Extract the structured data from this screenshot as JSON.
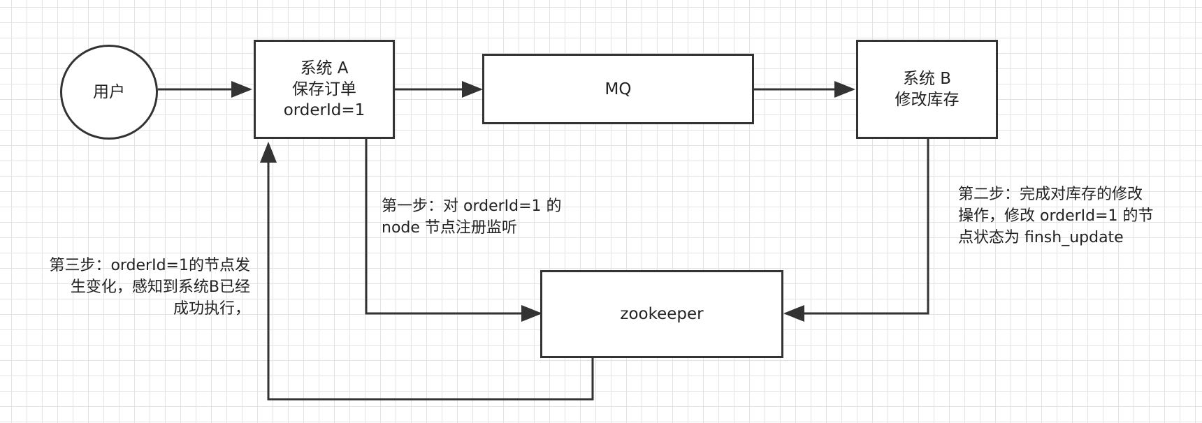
{
  "nodes": {
    "user": {
      "label": "用户"
    },
    "system_a": {
      "lines": [
        "系统 A",
        "保存订单",
        "orderId=1"
      ]
    },
    "mq": {
      "label": "MQ"
    },
    "system_b": {
      "lines": [
        "系统 B",
        "修改库存"
      ]
    },
    "zookeeper": {
      "label": "zookeeper"
    }
  },
  "annotations": {
    "step1": {
      "lines": [
        "第一步：对 orderId=1 的",
        "node 节点注册监听"
      ]
    },
    "step2": {
      "lines": [
        "第二步：完成对库存的修改",
        "操作，修改 orderId=1 的节",
        "点状态为 finsh_update"
      ]
    },
    "step3": {
      "lines": [
        "第三步：orderId=1的节点发",
        "生变化，感知到系统B已经",
        "成功执行，"
      ]
    }
  },
  "colors": {
    "stroke": "#333333",
    "grid": "#e3e3e3",
    "background": "#ffffff"
  }
}
